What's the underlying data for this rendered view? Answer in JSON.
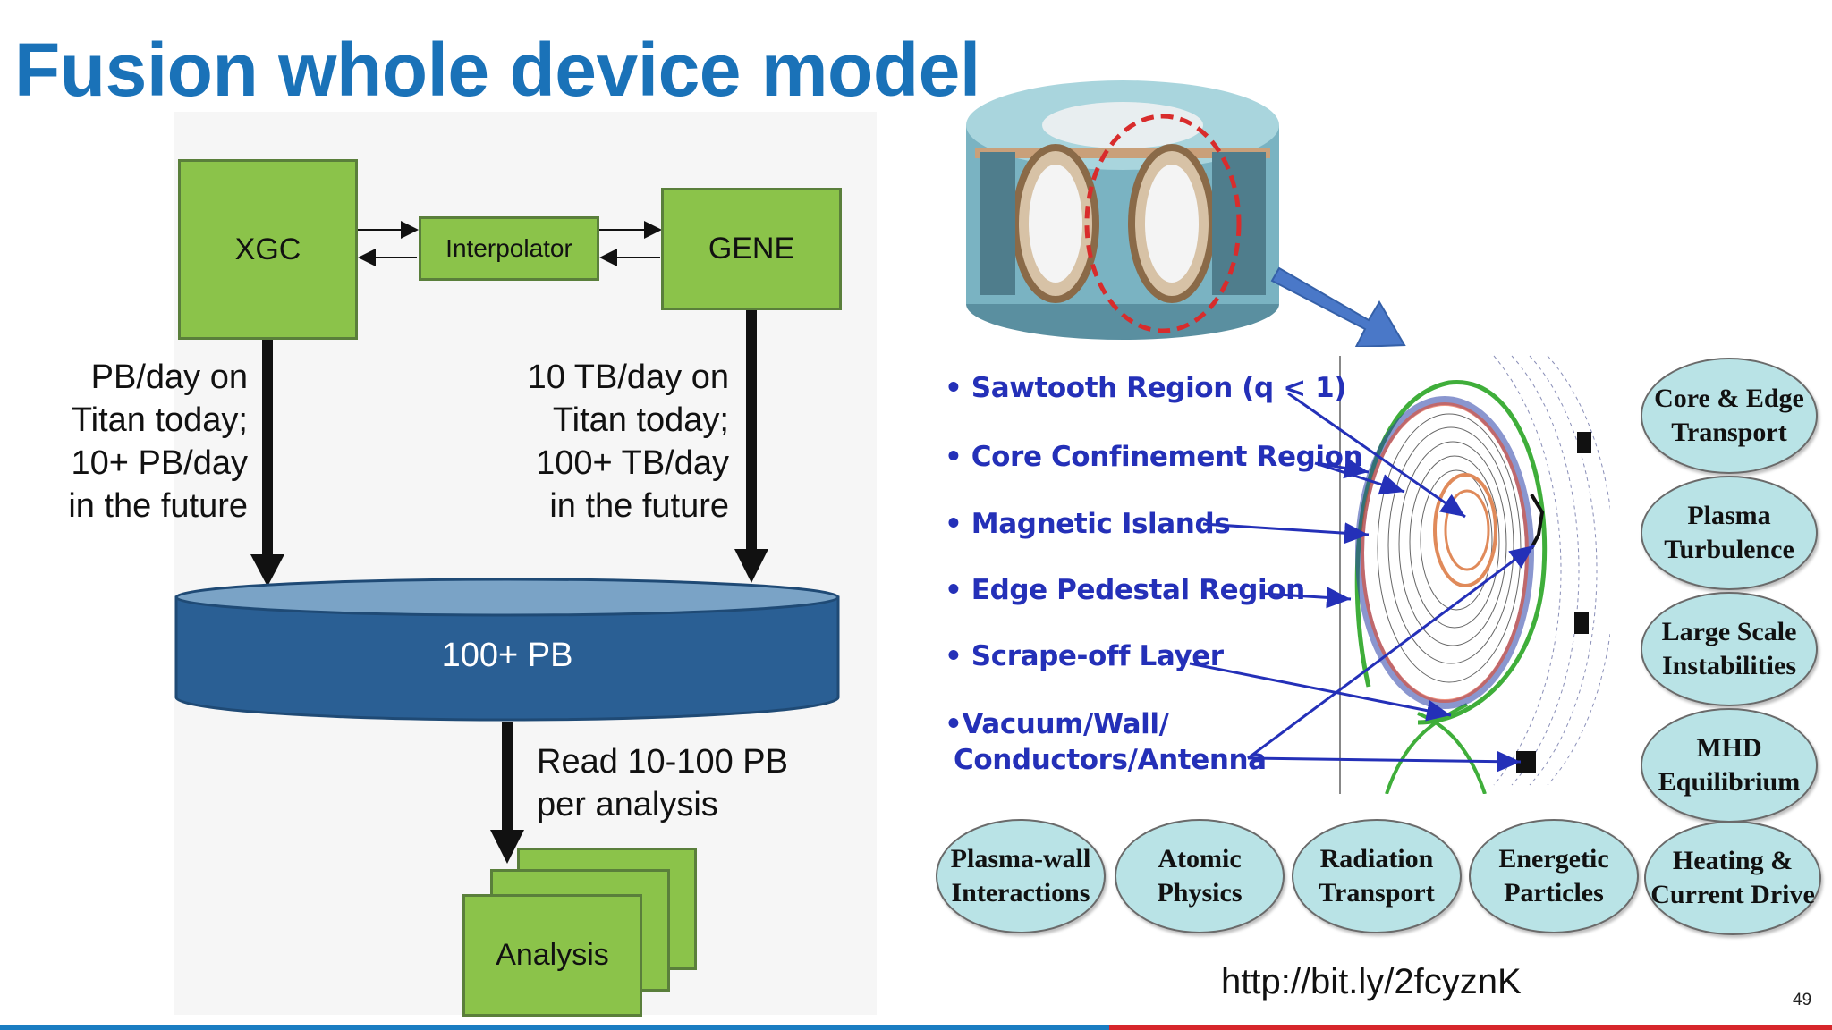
{
  "slide": {
    "title": "Fusion whole device model",
    "page_number": "49",
    "url": "http://bit.ly/2fcyznK"
  },
  "flow": {
    "xgc": "XGC",
    "interpolator": "Interpolator",
    "gene": "GENE",
    "storage": "100+ PB",
    "analysis": "Analysis",
    "xgc_rate": [
      "PB/day on",
      "Titan today;",
      "10+ PB/day",
      "in the future"
    ],
    "gene_rate": [
      "10 TB/day on",
      "Titan today;",
      "100+ TB/day",
      "in the future"
    ],
    "read_rate": [
      "Read 10-100 PB",
      "per analysis"
    ]
  },
  "regions": [
    "• Sawtooth Region (q < 1)",
    "• Core Confinement Region",
    "• Magnetic Islands",
    "• Edge Pedestal Region",
    "• Scrape-off Layer",
    "•Vacuum/Wall/",
    "Conductors/Antenna"
  ],
  "physics_side": [
    "Core & Edge\nTransport",
    "Plasma\nTurbulence",
    "Large Scale\nInstabilities",
    "MHD\nEquilibrium"
  ],
  "physics_bottom": [
    "Plasma-wall\nInteractions",
    "Atomic\nPhysics",
    "Radiation\nTransport",
    "Energetic\nParticles",
    "Heating &\nCurrent Drive"
  ],
  "colors": {
    "title": "#1a72b8",
    "box_green": "#8bc34a",
    "storage_blue": "#2a5f94",
    "region_text": "#2430b8",
    "ellipse_fill": "#b9e3e6",
    "footer_blue": "#1a7dc2",
    "footer_red": "#d7262b"
  }
}
